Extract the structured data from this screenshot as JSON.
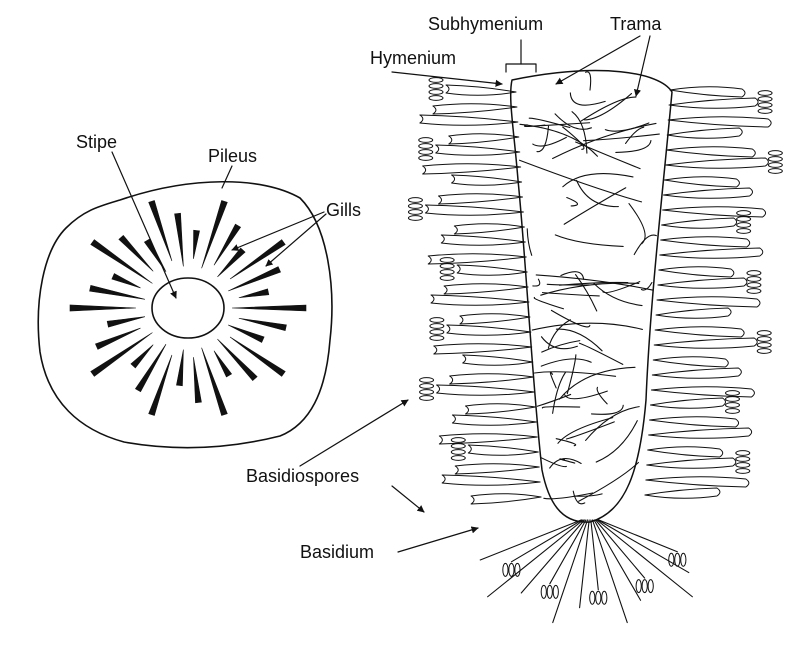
{
  "labels": {
    "stipe": "Stipe",
    "pileus": "Pileus",
    "gills": "Gills",
    "subhymenium": "Subhymenium",
    "trama": "Trama",
    "hymenium": "Hymenium",
    "basidiospores": "Basidiospores",
    "basidium": "Basidium"
  },
  "colors": {
    "ink": "#111111",
    "background": "#ffffff",
    "stipple": "#555555"
  }
}
